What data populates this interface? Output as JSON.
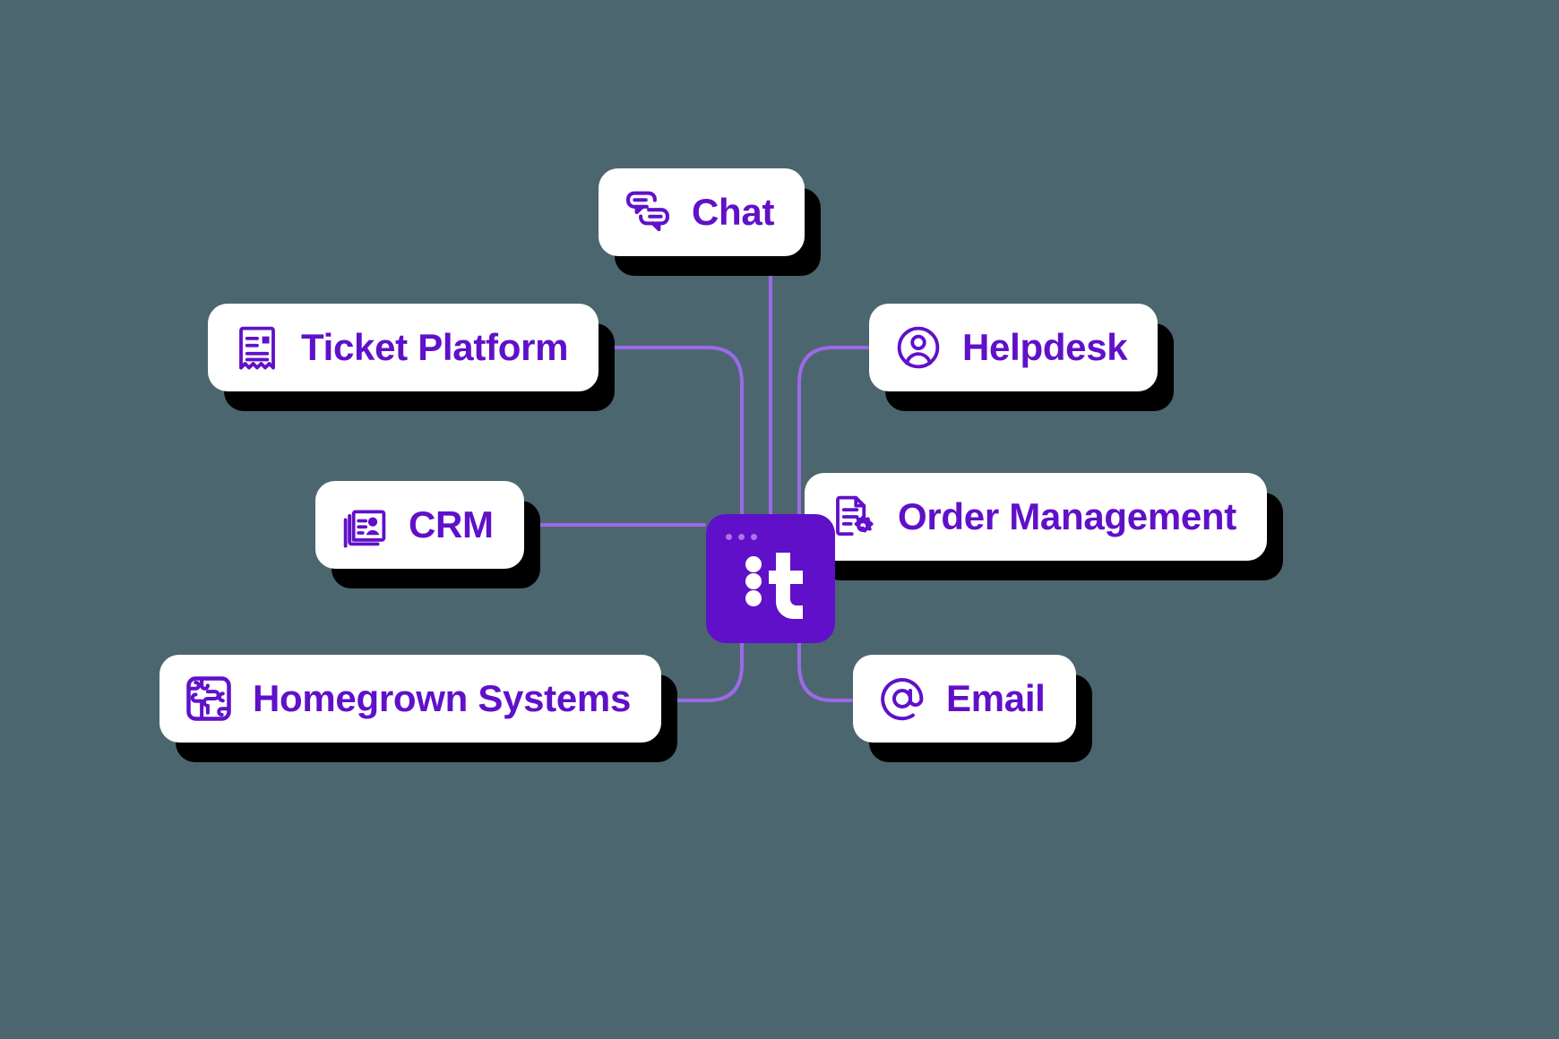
{
  "diagram": {
    "title": "Integration hub diagram",
    "background_color": "#4c666f",
    "accent_color": "#6010c9",
    "chip_color": "#ffffff",
    "shadow_color": "#000000",
    "connector_color": "#9b6ae8",
    "hub": {
      "name": "thena-logo",
      "dots_count": 3,
      "letter": "t",
      "colon_dots": 3,
      "color": "#6010c9"
    },
    "nodes": [
      {
        "id": "chat",
        "label": "Chat",
        "icon": "chat-bubbles-icon"
      },
      {
        "id": "ticket",
        "label": "Ticket Platform",
        "icon": "ticket-receipt-icon"
      },
      {
        "id": "helpdesk",
        "label": "Helpdesk",
        "icon": "user-circle-icon"
      },
      {
        "id": "crm",
        "label": "CRM",
        "icon": "contact-cards-icon"
      },
      {
        "id": "order",
        "label": "Order Management",
        "icon": "document-gear-icon"
      },
      {
        "id": "home",
        "label": "Homegrown Systems",
        "icon": "puzzle-grid-icon"
      },
      {
        "id": "email",
        "label": "Email",
        "icon": "at-sign-icon"
      }
    ]
  }
}
